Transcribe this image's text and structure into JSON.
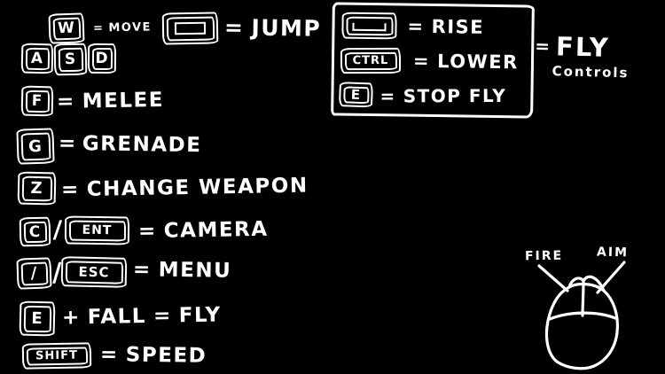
{
  "colors": {
    "background": "#000000",
    "ink": "#ffffff"
  },
  "movement": {
    "key_w": "W",
    "key_a": "A",
    "key_s": "S",
    "key_d": "D",
    "equals": "=",
    "label": "MOVE"
  },
  "jump": {
    "key_icon": "spacebar-icon",
    "equals": "=",
    "label": "JUMP"
  },
  "melee": {
    "key": "F",
    "equals": "=",
    "label": "MELEE"
  },
  "grenade": {
    "key": "G",
    "equals": "=",
    "label": "GRENADE"
  },
  "change_weapon": {
    "key": "Z",
    "equals": "=",
    "label": "CHANGE WEAPON"
  },
  "camera": {
    "key_primary": "C",
    "separator": "/",
    "key_secondary": "ENT",
    "equals": "=",
    "label": "CAMERA"
  },
  "menu": {
    "key_primary": "/",
    "separator": "/",
    "key_secondary": "ESC",
    "equals": "=",
    "label": "MENU"
  },
  "fly_toggle": {
    "key": "E",
    "plus": "+",
    "condition": "FALL",
    "equals": "=",
    "label": "FLY"
  },
  "speed": {
    "key": "SHIFT",
    "equals": "=",
    "label": "SPEED"
  },
  "fly_controls": {
    "box_rows": [
      {
        "key_icon": "spacebar-icon",
        "equals": "=",
        "label": "RISE"
      },
      {
        "key": "CTRL",
        "equals": "=",
        "label": "LOWER"
      },
      {
        "key": "E",
        "equals": "=",
        "label": "STOP FLY"
      }
    ],
    "equals": "=",
    "title": "FLY",
    "subtitle": "Controls"
  },
  "mouse": {
    "left_button_label": "FIRE",
    "right_button_label": "AIM"
  }
}
